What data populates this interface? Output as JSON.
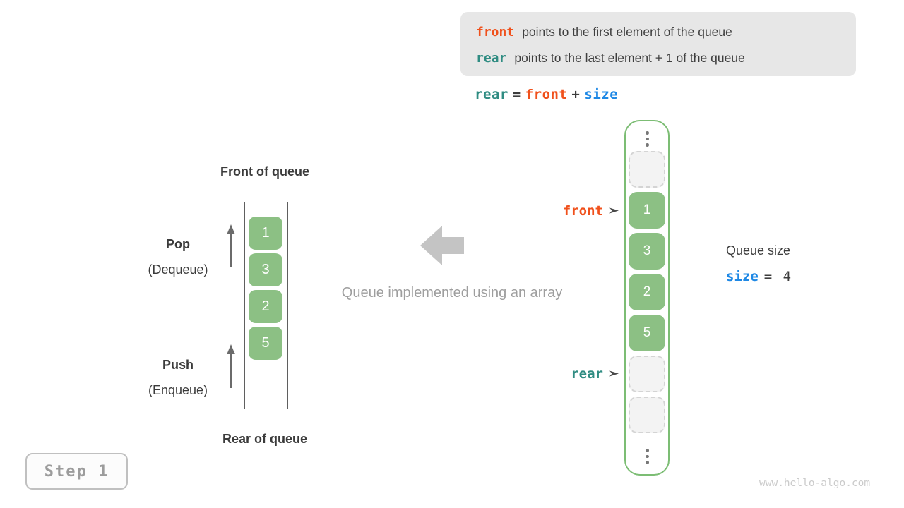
{
  "note_box": {
    "lines": [
      {
        "keyword": "front",
        "text": "points to the first element of the queue"
      },
      {
        "keyword": "rear",
        "text": "points to the last element + 1 of the queue"
      }
    ]
  },
  "formula": {
    "lhs": "rear",
    "eq": "=",
    "op1": "front",
    "plus": "+",
    "op2": "size"
  },
  "left_queue": {
    "front_label": "Front of queue",
    "rear_label": "Rear of queue",
    "pop_title": "Pop",
    "pop_subtitle": "(Dequeue)",
    "push_title": "Push",
    "push_subtitle": "(Enqueue)",
    "values": [
      "1",
      "3",
      "2",
      "5"
    ]
  },
  "middle": {
    "caption": "Queue implemented using an array"
  },
  "array_view": {
    "cells": [
      {
        "type": "empty",
        "value": ""
      },
      {
        "type": "value",
        "value": "1"
      },
      {
        "type": "value",
        "value": "3"
      },
      {
        "type": "value",
        "value": "2"
      },
      {
        "type": "value",
        "value": "5"
      },
      {
        "type": "empty",
        "value": ""
      },
      {
        "type": "empty",
        "value": ""
      }
    ],
    "pointers": {
      "front": {
        "label": "front",
        "cell_index": 1
      },
      "rear": {
        "label": "rear",
        "cell_index": 5
      }
    }
  },
  "queue_size": {
    "label": "Queue size",
    "var": "size",
    "expr_rest": "= 4"
  },
  "step_badge": "Step 1",
  "watermark": "www.hello-algo.com",
  "colors": {
    "orange": "#f0511c",
    "teal": "#2f8c82",
    "blue": "#1e88e5",
    "green": "#8cc084",
    "green-border": "#7cbd74",
    "dark": "#3d3d3d",
    "caption-gray": "#9e9e9e",
    "arrow-gray": "#c4c4c4",
    "note-bg": "#e7e7e7"
  },
  "icons": {
    "pointer_arrow": "right-arrowhead",
    "flow_arrow": "left-block-arrow",
    "ellipsis": "vertical-ellipsis",
    "pop_arrow": "up-arrow",
    "push_arrow": "up-arrow"
  }
}
